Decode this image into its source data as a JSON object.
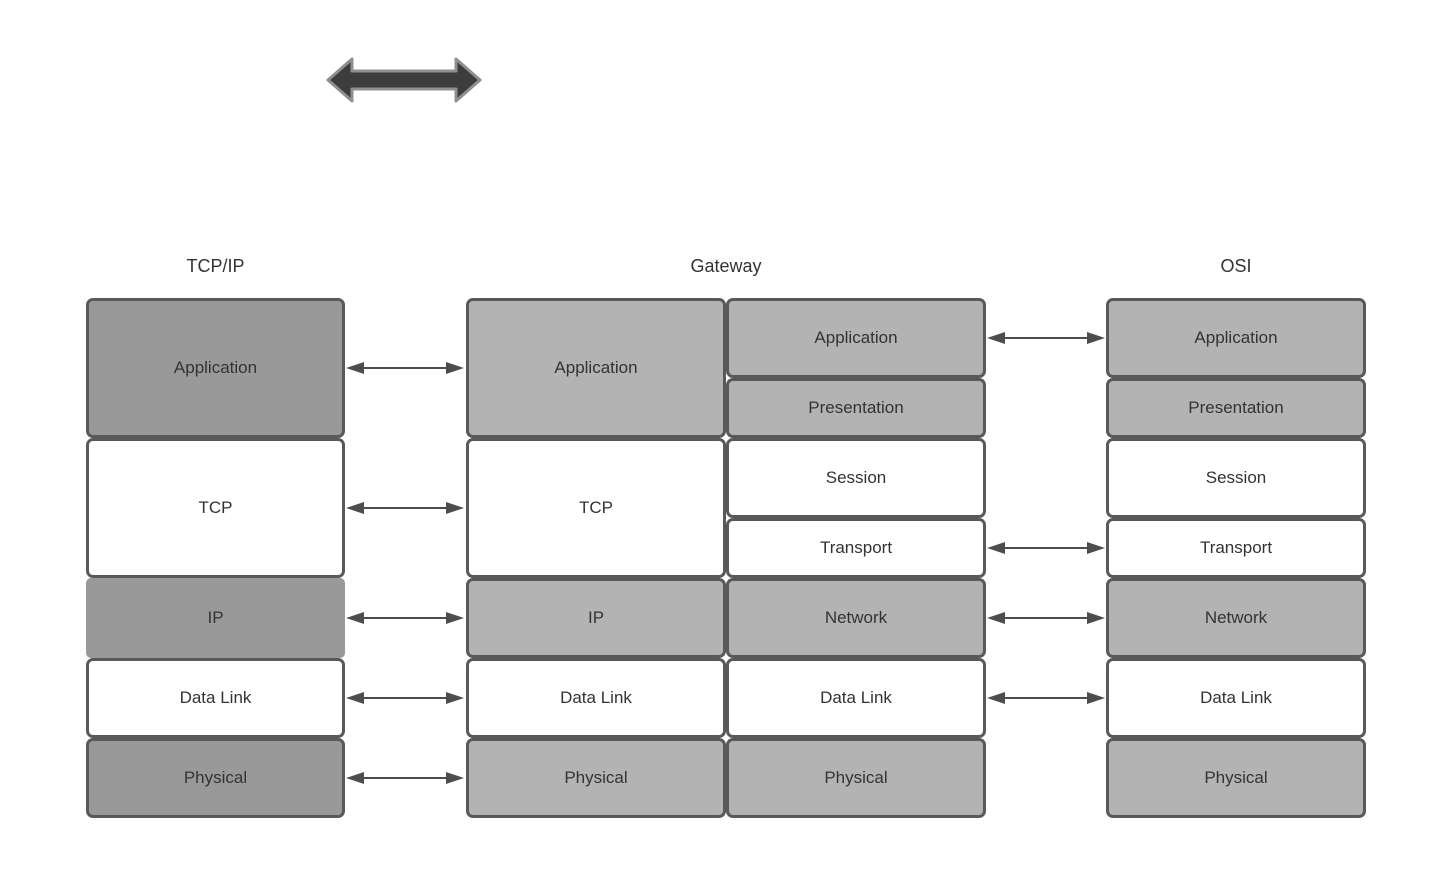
{
  "diagram": {
    "titles": {
      "tcpip": "TCP/IP",
      "gateway": "Gateway",
      "osi": "OSI"
    },
    "tcpip_layers": [
      "Application",
      "TCP",
      "IP",
      "Data Link",
      "Physical"
    ],
    "gateway_left_layers": [
      "Application",
      "TCP",
      "IP",
      "Data Link",
      "Physical"
    ],
    "gateway_right_layers": [
      "Application",
      "Presentation",
      "Session",
      "Transport",
      "Network",
      "Data Link",
      "Physical"
    ],
    "osi_layers": [
      "Application",
      "Presentation",
      "Session",
      "Transport",
      "Network",
      "Data Link",
      "Physical"
    ],
    "icons": {
      "top_icon": "double-headed-arrow"
    },
    "connections": {
      "tcpip_to_gateway_rows": [
        "Application",
        "TCP",
        "IP",
        "Data Link",
        "Physical"
      ],
      "gateway_to_osi_rows": [
        "Application",
        "Transport",
        "Network",
        "Data Link"
      ]
    },
    "colors": {
      "box_dark_gray": "#999999",
      "box_light_gray": "#b3b3b3",
      "box_white": "#ffffff",
      "box_border": "#595959",
      "connector_arrow": "#4d4d4d",
      "thick_arrow_fill": "#3d3d3d",
      "thick_arrow_outline": "#8f8f8f",
      "text": "#333333",
      "background": "#ffffff"
    }
  }
}
